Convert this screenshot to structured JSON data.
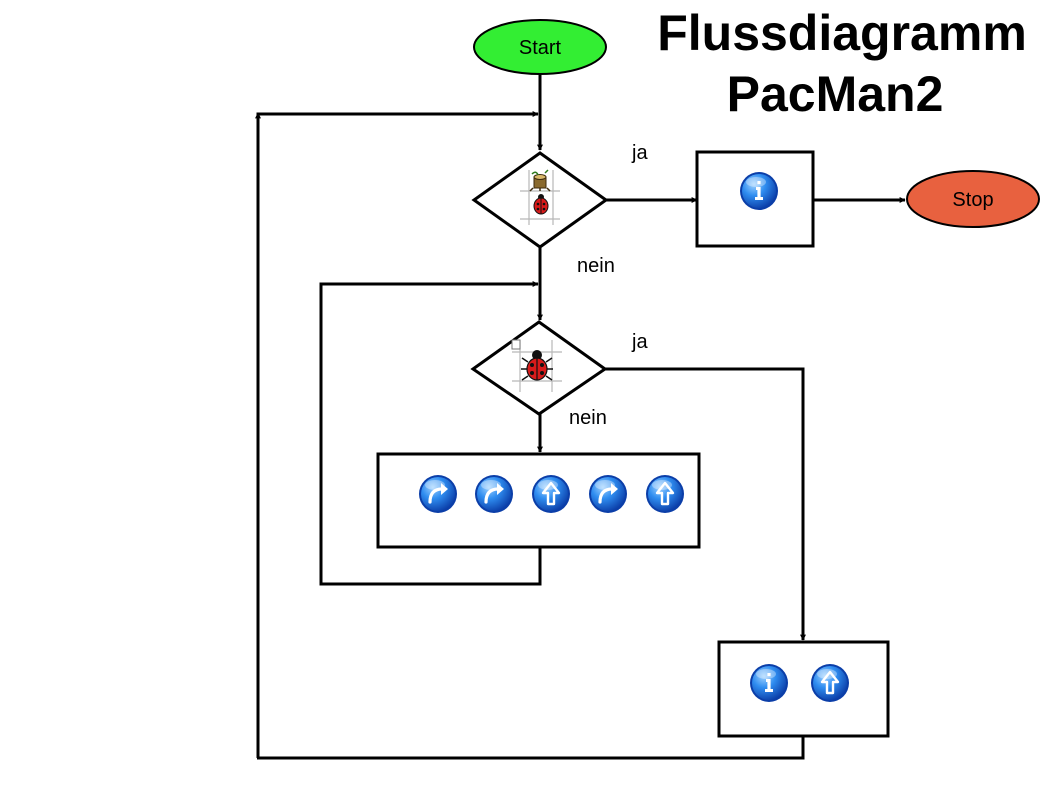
{
  "title": {
    "line1": "Flussdiagramm",
    "line2": "PacMan2"
  },
  "nodes": {
    "start": {
      "label": "Start",
      "color": "#33ee33"
    },
    "stop": {
      "label": "Stop",
      "color": "#e8613f"
    },
    "decision1": {
      "icons": [
        "tree-stump-icon",
        "ladybug-icon"
      ]
    },
    "decision2": {
      "icons": [
        "ladybug-icon"
      ]
    },
    "action1": {
      "commands": [
        "info"
      ]
    },
    "action2": {
      "commands": [
        "turn-right",
        "turn-right",
        "forward",
        "turn-right",
        "forward"
      ]
    },
    "action3": {
      "commands": [
        "info",
        "forward"
      ]
    }
  },
  "edges": {
    "decision1_yes": "ja",
    "decision1_no": "nein",
    "decision2_yes": "ja",
    "decision2_no": "nein"
  },
  "colors": {
    "command_button": "#1f7ae6",
    "command_button_dark": "#0b3ea8"
  }
}
